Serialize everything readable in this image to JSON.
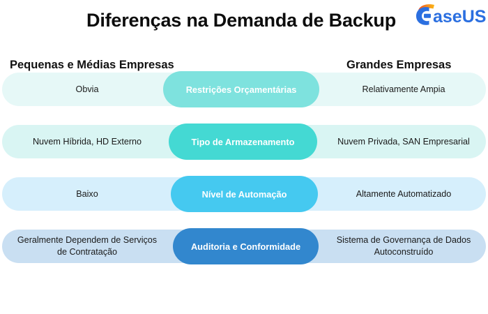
{
  "header": {
    "title": "Diferenças na Demanda de Backup",
    "logo": {
      "name": "easeus-logo",
      "text": "aseUS",
      "brand_blue": "#2b6fe0",
      "brand_orange": "#f37021",
      "brand_yellow": "#f9b233"
    }
  },
  "columns": {
    "left_label": "Pequenas e Médias Empresas",
    "right_label": "Grandes Empresas"
  },
  "rows": [
    {
      "category": "Restrições Orçamentárias",
      "left": "Obvia",
      "right": "Relativamente Ampia",
      "band_color": "#e6f8f7",
      "pill_color": "#7ee2de"
    },
    {
      "category": "Tipo de Armazenamento",
      "left": "Nuvem Híbrida, HD Externo",
      "right": "Nuvem Privada, SAN Empresarial",
      "band_color": "#d9f5f3",
      "pill_color": "#44d9d3"
    },
    {
      "category": "Nível de Automação",
      "left": "Baixo",
      "right": "Altamente Automatizado",
      "band_color": "#d6effc",
      "pill_color": "#45c9f0"
    },
    {
      "category": "Auditoria e Conformidade",
      "left": "Geralmente Dependem de Serviços de Contratação",
      "right": "Sistema de Governança de Dados Autoconstruído",
      "band_color": "#c9dff2",
      "pill_color": "#3287ce"
    }
  ]
}
